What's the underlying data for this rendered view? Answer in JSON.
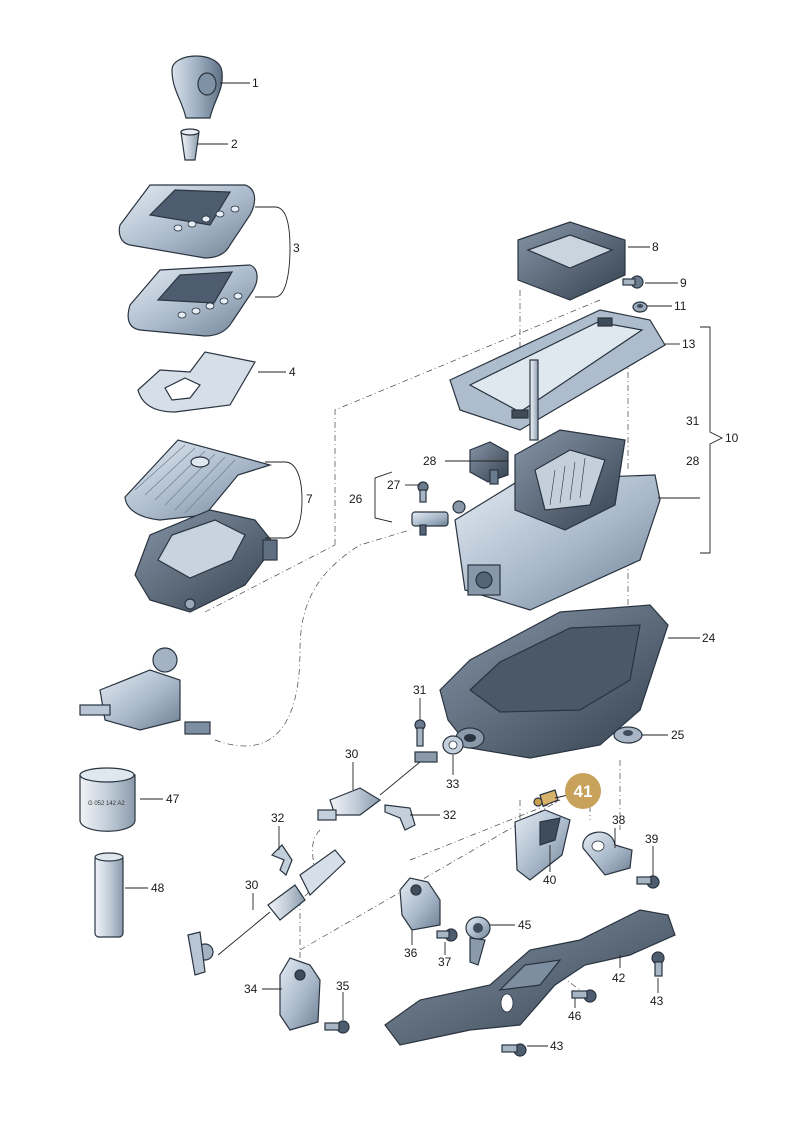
{
  "labels": {
    "l1": "1",
    "l2": "2",
    "l3": "3",
    "l4": "4",
    "l7": "7",
    "l8": "8",
    "l9": "9",
    "l10": "10",
    "l11": "11",
    "l13": "13",
    "l24": "24",
    "l25": "25",
    "l26": "26",
    "l27": "27",
    "l28a": "28",
    "l28b": "28",
    "l30a": "30",
    "l30b": "30",
    "l31a": "31",
    "l31b": "31",
    "l32a": "32",
    "l32b": "32",
    "l33": "33",
    "l34": "34",
    "l35": "35",
    "l36": "36",
    "l37": "37",
    "l38": "38",
    "l39": "39",
    "l40": "40",
    "l41": "41",
    "l42": "42",
    "l43a": "43",
    "l43b": "43",
    "l45": "45",
    "l46": "46",
    "l47": "47",
    "l48": "48"
  },
  "part_marking": "G 052 142 A2",
  "colors": {
    "part_fill": "#b9c7d6",
    "part_dark": "#5a6b7e",
    "part_shadow": "#3d4b5a",
    "highlight": "#c8a25a",
    "line": "#222222"
  }
}
